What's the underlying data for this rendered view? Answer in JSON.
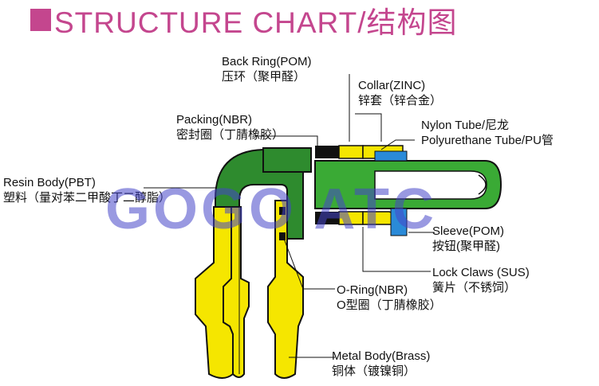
{
  "title": "STRUCTURE CHART/结构图",
  "watermark": "GOGO ATC",
  "labels": {
    "back_ring": {
      "en": "Back Ring(POM)",
      "zh": "压环（聚甲醛）"
    },
    "collar": {
      "en": "Collar(ZINC)",
      "zh": "锌套（锌合金）"
    },
    "packing": {
      "en": "Packing(NBR)",
      "zh": "密封圈（丁腈橡胶）"
    },
    "nylon_tube": {
      "en": "Nylon Tube/尼龙",
      "zh": "Polyurethane Tube/PU管"
    },
    "resin_body": {
      "en": "Resin Body(PBT)",
      "zh": "塑料（量对苯二甲酸丁二醇脂）"
    },
    "sleeve": {
      "en": "Sleeve(POM)",
      "zh": "按钮(聚甲醛)"
    },
    "lock_claws": {
      "en": "Lock Claws (SUS)",
      "zh": "簧片（不锈饲）"
    },
    "o_ring": {
      "en": "O-Ring(NBR)",
      "zh": "O型圈（丁腈橡胶）"
    },
    "metal_body": {
      "en": "Metal Body(Brass)",
      "zh": "铜体（镀镍铜）"
    }
  },
  "colors": {
    "title": "#c4468e",
    "resin": "#2e8b2e",
    "brass": "#f5e600",
    "tube": "#3aaa35",
    "black": "#111111",
    "sleeve": "#2a8ad8",
    "watermark": "#4646c8"
  }
}
